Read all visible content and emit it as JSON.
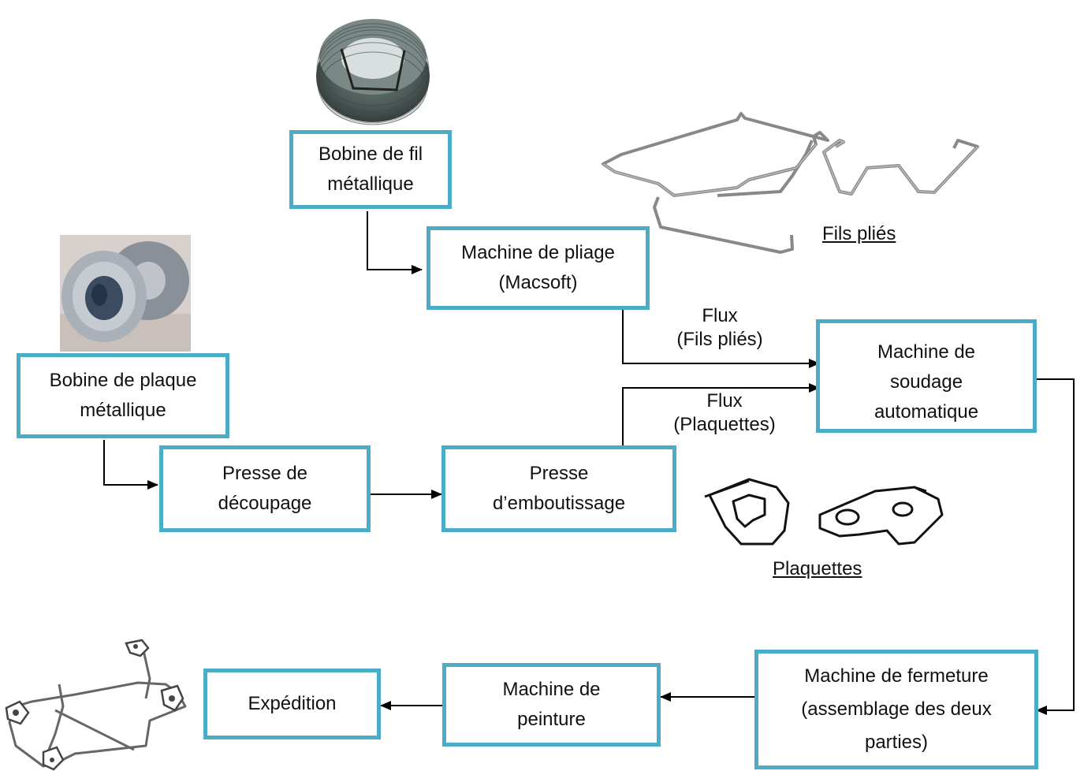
{
  "nodes": {
    "bobine_fil": [
      "Bobine de fil",
      "métallique"
    ],
    "pliage": [
      "Machine de pliage",
      "(Macsoft)"
    ],
    "bobine_plaque": [
      "Bobine de plaque",
      "métallique"
    ],
    "decoupage": [
      "Presse de",
      "découpage"
    ],
    "emboutissage": [
      "Presse",
      "d’emboutissage"
    ],
    "soudage": [
      "Machine de",
      "soudage",
      "automatique"
    ],
    "fermeture": [
      "Machine de fermeture",
      "(assemblage des deux",
      "parties)"
    ],
    "peinture": [
      "Machine de",
      "peinture"
    ],
    "expedition": [
      "Expédition"
    ]
  },
  "flows": {
    "fils": [
      "Flux",
      "(Fils pliés)"
    ],
    "plaquettes": [
      "Flux",
      "(Plaquettes)"
    ]
  },
  "captions": {
    "fils_plies": "Fils pliés",
    "plaquettes": "Plaquettes"
  },
  "colors": {
    "box_border": "#4bacc6",
    "arrow": "#000000"
  },
  "images": {
    "wire_coil": "wire-coil-photo",
    "sheet_coil": "steel-strip-coil-photo",
    "bent_wires": "bent-wires-drawing",
    "plates": "plates-drawing",
    "assembly": "final-assembly-drawing"
  }
}
